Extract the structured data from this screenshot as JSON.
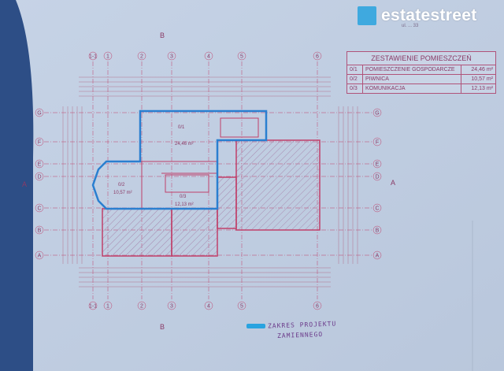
{
  "logo": {
    "text": "estatestreet",
    "color": "#3fa9df"
  },
  "header_address": "ul. ... 33",
  "room_table": {
    "title": "ZESTAWIENIE POMIESZCZEŃ",
    "rows": [
      {
        "no": "0/1",
        "name": "POMIESZCZENIE GOSPODARCZE",
        "area": "24,46 m²"
      },
      {
        "no": "0/2",
        "name": "PIWNICA",
        "area": "10,57 m²"
      },
      {
        "no": "0/3",
        "name": "KOMUNIKACJA",
        "area": "12,13 m²"
      }
    ]
  },
  "plan": {
    "column_axes": [
      "1-1",
      "1",
      "2",
      "3",
      "4",
      "5",
      "6"
    ],
    "row_axes": [
      "G",
      "F",
      "E",
      "D",
      "C",
      "B",
      "A"
    ],
    "section_labels": [
      "A",
      "A",
      "B",
      "B"
    ],
    "rooms": [
      {
        "no": "0/1",
        "area": "24,46 m²"
      },
      {
        "no": "0/2",
        "area": "10,57 m²"
      },
      {
        "no": "0/3",
        "area": "12,13 m²"
      }
    ],
    "outline_color": "#2a7fd0",
    "line_color": "#c0406a"
  },
  "handwritten_note": {
    "line1": "ZAKRES PROJEKTU",
    "line2": "ZAMIENNEGO",
    "marker_color": "#29a3e0"
  }
}
